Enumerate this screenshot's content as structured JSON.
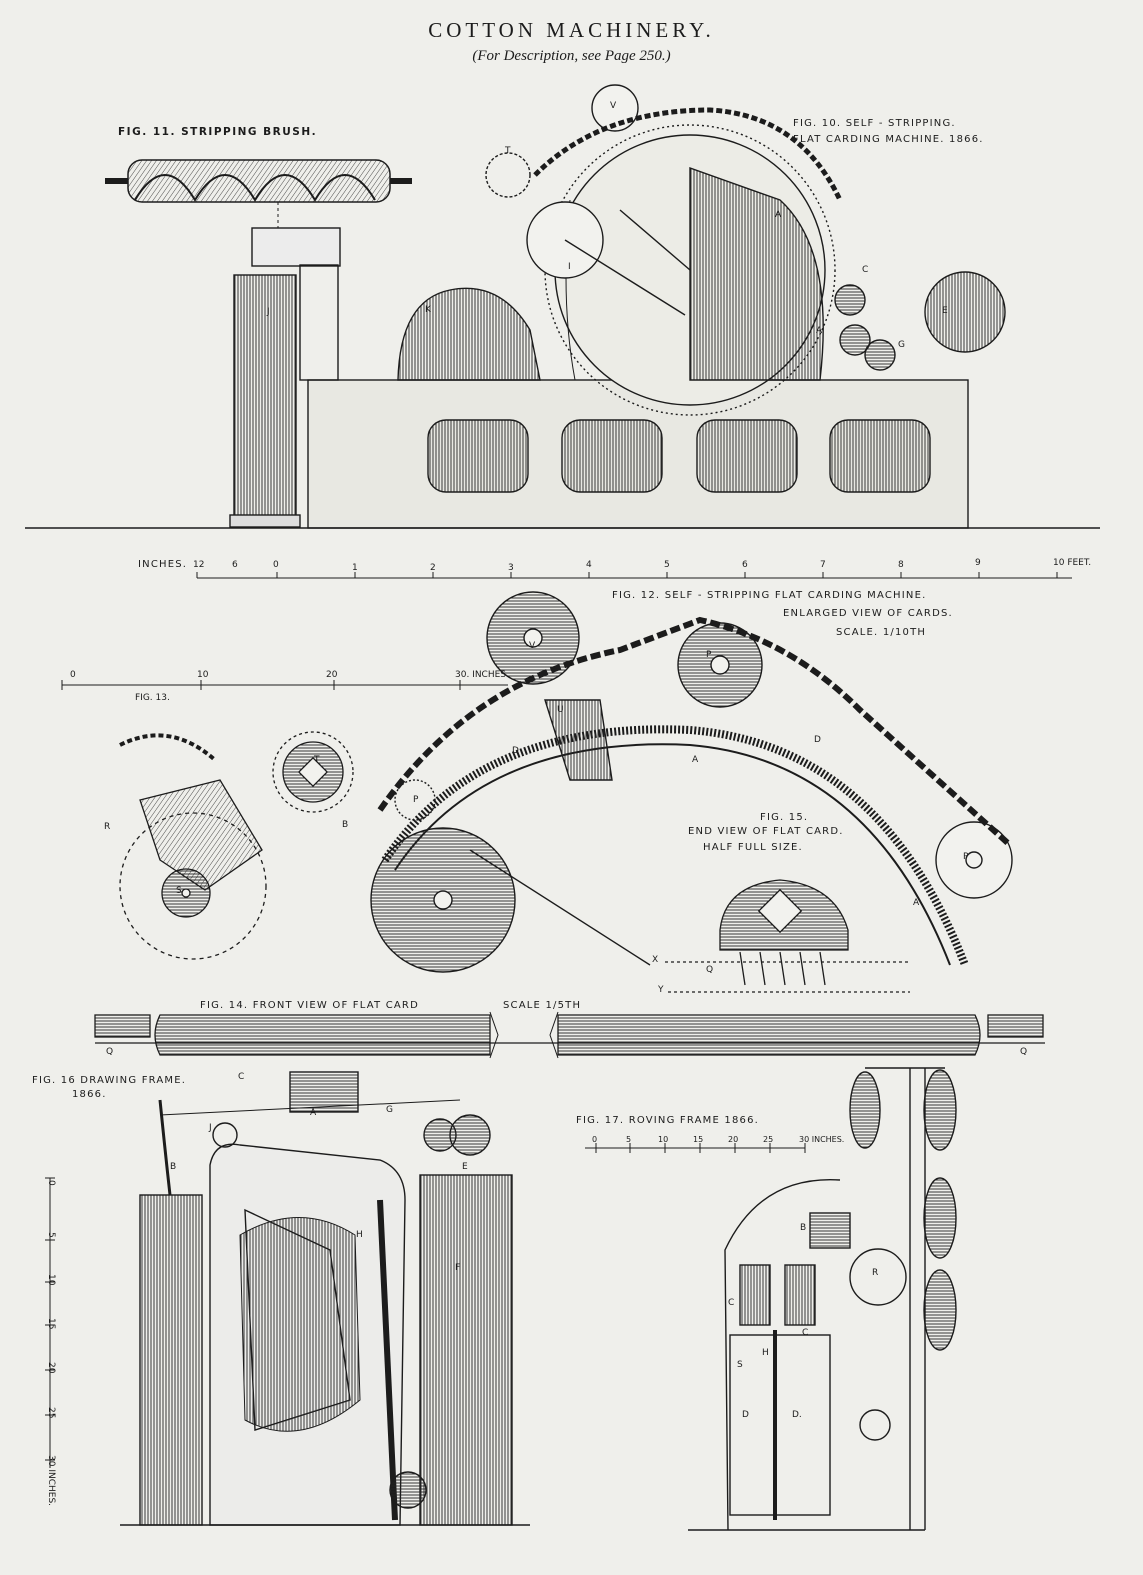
{
  "header": {
    "title": "COTTON MACHINERY.",
    "subtitle": "(For Description, see Page 250.)"
  },
  "figures": {
    "fig11": {
      "caption": "FIG. 11. STRIPPING BRUSH."
    },
    "fig10": {
      "caption_line1": "FIG. 10. SELF - STRIPPING.",
      "caption_line2": "FLAT CARDING MACHINE. 1866."
    },
    "fig12": {
      "caption_line1": "FIG. 12. SELF - STRIPPING FLAT CARDING MACHINE.",
      "caption_line2": "ENLARGED VIEW OF CARDS.",
      "caption_line3": "SCALE. 1/10TH"
    },
    "fig13": {
      "caption": "FIG. 13."
    },
    "fig14": {
      "caption": "FIG. 14. FRONT VIEW OF FLAT CARD",
      "scale": "SCALE 1/5TH"
    },
    "fig15": {
      "caption_line1": "FIG. 15.",
      "caption_line2": "END VIEW OF FLAT CARD.",
      "caption_line3": "HALF FULL SIZE."
    },
    "fig16": {
      "caption_line1": "FIG. 16 DRAWING FRAME.",
      "caption_line2": "1866."
    },
    "fig17": {
      "caption": "FIG. 17. ROVING FRAME 1866."
    }
  },
  "scales": {
    "feet_scale": {
      "label": "INCHES.",
      "ticks": [
        "12",
        "6",
        "0",
        "1",
        "2",
        "3",
        "4",
        "5",
        "6",
        "7",
        "8",
        "9",
        "10 FEET."
      ]
    },
    "inch_scale_30": {
      "ticks": [
        "0",
        "10",
        "20",
        "30. INCHES."
      ]
    },
    "roving_scale": {
      "ticks": [
        "0",
        "5",
        "10",
        "15",
        "20",
        "25",
        "30 INCHES."
      ]
    },
    "vertical_scale": {
      "ticks": [
        "0",
        "5",
        "10",
        "15",
        "20",
        "25",
        "30 INCHES."
      ]
    }
  },
  "letters": {
    "fig10": [
      "V",
      "T",
      "I",
      "A",
      "C",
      "E",
      "K",
      "G",
      "J",
      "A"
    ],
    "fig12": [
      "V",
      "U",
      "P",
      "D",
      "D",
      "A",
      "P",
      "A",
      "T",
      "P",
      "R",
      "S",
      "B"
    ],
    "fig15": [
      "X",
      "Q",
      "Y"
    ],
    "fig14": [
      "Q",
      "Q"
    ],
    "fig16": [
      "C",
      "J",
      "B",
      "A",
      "E",
      "F",
      "G",
      "H"
    ],
    "fig17": [
      "B",
      "R",
      "C",
      "C",
      "S",
      "H",
      "D",
      "D."
    ]
  },
  "colors": {
    "paper": "#efefeb",
    "ink": "#1c1c1c"
  }
}
